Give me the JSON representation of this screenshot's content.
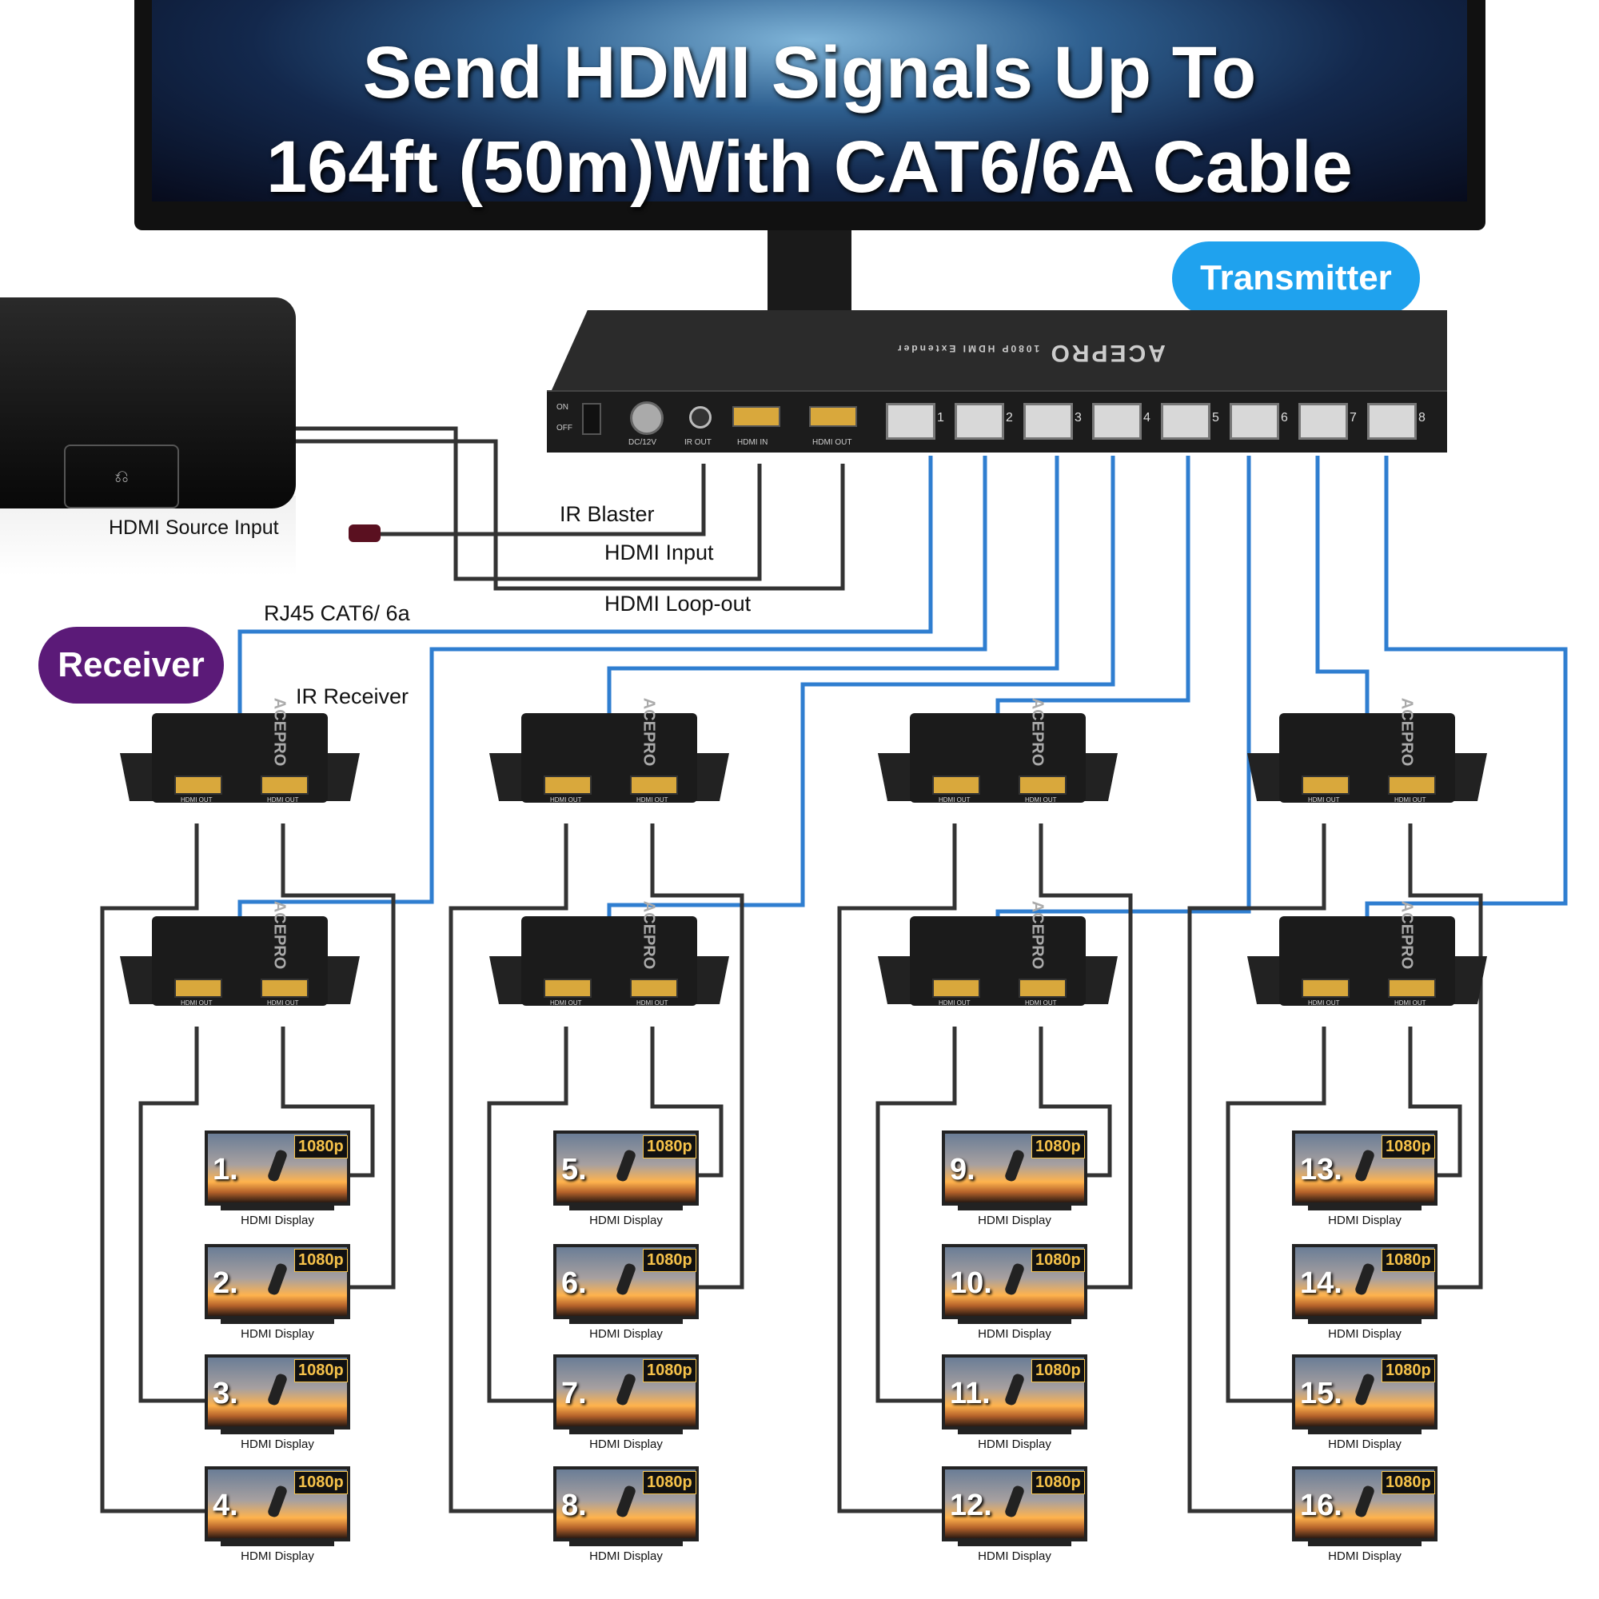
{
  "headline": {
    "line1": "Send HDMI Signals Up To",
    "line2": "164ft (50m)With CAT6/6A Cable"
  },
  "transmitter_label": "Transmitter",
  "receiver_label": "Receiver",
  "source": {
    "label": "HDMI Source Input"
  },
  "transmitter": {
    "brand": "ACEPRO",
    "model_text": "1080P HDMI Extender",
    "switch_on": "ON",
    "switch_off": "OFF",
    "port_labels": [
      "DC/12V",
      "IR OUT",
      "HDMI IN",
      "HDMI OUT"
    ],
    "rj45_numbers": [
      "1",
      "2",
      "3",
      "4",
      "5",
      "6",
      "7",
      "8"
    ]
  },
  "cable_labels": {
    "ir_blaster": "IR Blaster",
    "hdmi_input": "HDMI Input",
    "hdmi_loopout": "HDMI Loop-out",
    "rj45": "RJ45 CAT6/ 6a",
    "ir_receiver": "IR Receiver"
  },
  "receiver_port_label": "HDMI OUT",
  "receiver_brand": "ACEPRO",
  "display_label": "HDMI Display",
  "resolution": "1080p",
  "displays": [
    "1.",
    "2.",
    "3.",
    "4.",
    "5.",
    "6.",
    "7.",
    "8.",
    "9.",
    "10.",
    "11.",
    "12.",
    "13.",
    "14.",
    "15.",
    "16."
  ],
  "colors": {
    "ethernet": "#2f7ed0",
    "hdmi": "#222222",
    "transmitter_pill": "#1fa2ee",
    "receiver_pill": "#5b1a78"
  }
}
